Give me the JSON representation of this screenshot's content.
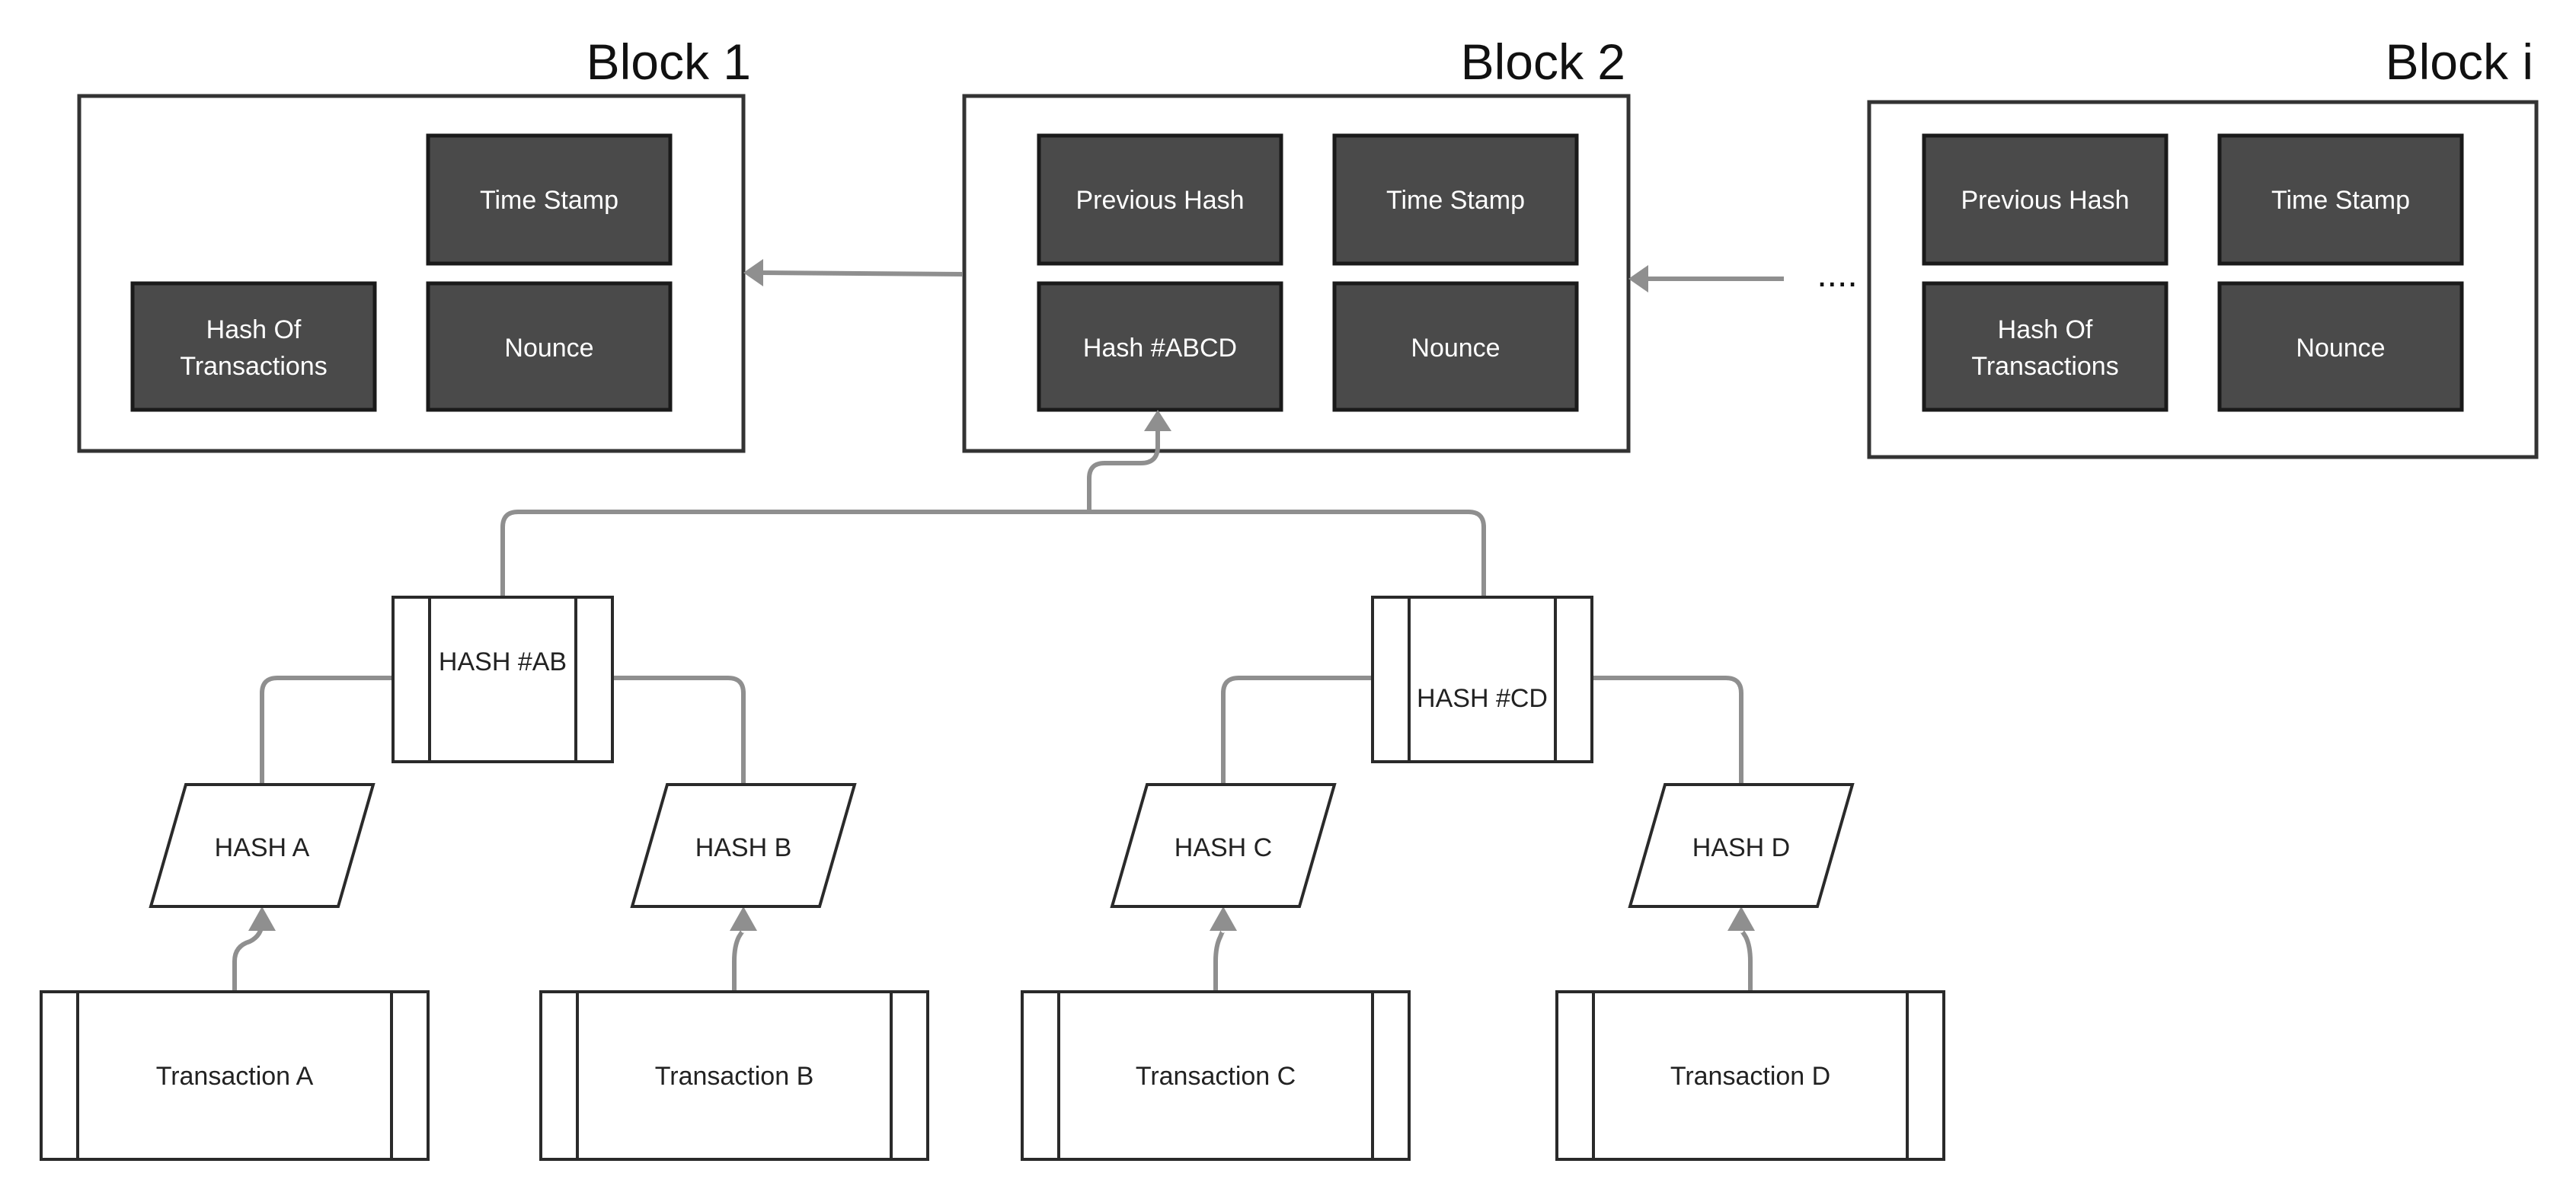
{
  "blocks": {
    "block1": {
      "title": "Block 1",
      "time_stamp": "Time Stamp",
      "hash_of_transactions_line1": "Hash Of",
      "hash_of_transactions_line2": "Transactions",
      "nounce": "Nounce"
    },
    "block2": {
      "title": "Block 2",
      "previous_hash": "Previous Hash",
      "time_stamp": "Time Stamp",
      "hash": "Hash #ABCD",
      "nounce": "Nounce"
    },
    "blocki": {
      "title": "Block i",
      "previous_hash": "Previous Hash",
      "time_stamp": "Time Stamp",
      "hash_of_transactions_line1": "Hash Of",
      "hash_of_transactions_line2": "Transactions",
      "nounce": "Nounce"
    }
  },
  "ellipsis": "....",
  "merkle": {
    "hash_ab": "HASH #AB",
    "hash_cd": "HASH #CD",
    "hash_a": "HASH A",
    "hash_b": "HASH B",
    "hash_c": "HASH C",
    "hash_d": "HASH D",
    "transaction_a": "Transaction A",
    "transaction_b": "Transaction B",
    "transaction_c": "Transaction C",
    "transaction_d": "Transaction D"
  },
  "colors": {
    "field_fill": "#4a4a4a",
    "connector": "#8f8f8f",
    "frame": "#333333"
  }
}
